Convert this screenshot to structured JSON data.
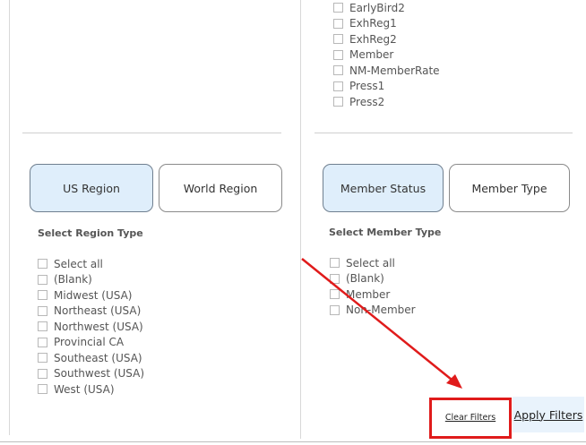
{
  "right_panel": {
    "ticket_types": [
      "EarlyBird2",
      "ExhReg1",
      "ExhReg2",
      "Member",
      "NM-MemberRate",
      "Press1",
      "Press2"
    ],
    "tabs": {
      "member_status": "Member Status",
      "member_type": "Member Type"
    },
    "section_label": "Select Member Type",
    "options": [
      "Select all",
      "(Blank)",
      "Member",
      "Non-Member"
    ]
  },
  "left_panel": {
    "tabs": {
      "us_region": "US Region",
      "world_region": "World Region"
    },
    "section_label": "Select Region Type",
    "options": [
      "Select all",
      "(Blank)",
      "Midwest (USA)",
      "Northeast (USA)",
      "Northwest (USA)",
      "Provincial CA",
      "Southeast (USA)",
      "Southwest (USA)",
      "West (USA)"
    ]
  },
  "actions": {
    "clear_filters": "Clear Filters",
    "apply_filters": "Apply Filters"
  },
  "colors": {
    "active_tab": "#dfeefb",
    "annotation_red": "#e01b1b"
  }
}
